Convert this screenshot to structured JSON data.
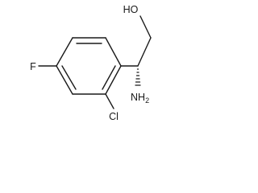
{
  "molecule": {
    "atoms": {
      "hydroxyl": "HO",
      "fluorine": "F",
      "chlorine": "Cl",
      "amine": "NH",
      "amine_subscript": "2"
    },
    "stereocenter": "wedge-hashed"
  },
  "colors": {
    "bond": "#1a1a1a",
    "label": "#1a1a1a",
    "background": "#ffffff"
  }
}
